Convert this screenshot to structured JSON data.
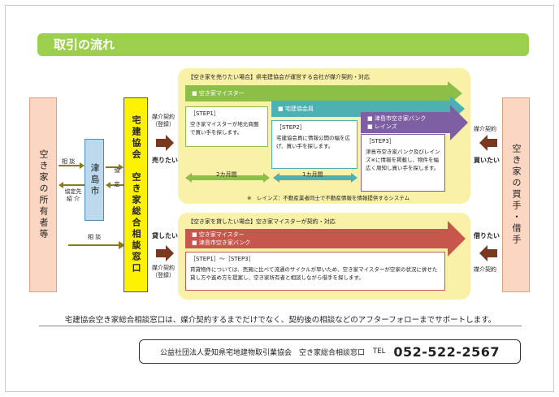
{
  "title": "取引の流れ",
  "owner": "空き家の所有者等",
  "city": "津島市",
  "center": "宅建協会　空き家総合相談窓口",
  "buyer": "空き家の買手・借手",
  "owner_to_city": "相 談",
  "city_to_owner": "協定先紹 介",
  "city_center": "協 定",
  "owner_to_center": "相 談",
  "colors": {
    "title": "#9ccf4e",
    "owner": "#fbd7c3",
    "city": "#bcd9ee",
    "center": "#fff200",
    "panel": "#f9f1a8",
    "bar_green": "#8dbf48",
    "bar_teal": "#4db0b3",
    "bar_purple": "#7e5fa3",
    "bar_red": "#c7574d",
    "arrow": "#7a3820",
    "arrow_olive": "#8a7a1a"
  },
  "sell": {
    "left_label": "媒介契約（登録）",
    "left_bold": "売りたい",
    "right_label": "媒介契約",
    "right_bold": "買いたい",
    "panel_title": "【空き家を売りたい場合】県宅建協会が運営する会社が媒介契約・対応",
    "bars": {
      "master": "■ 空き家マイスター",
      "kaiin": "■ 宅建協会員",
      "bank": "■ 津島市空き家バンク",
      "reins": "■ レインズ"
    },
    "steps": [
      {
        "title": "［STEP1］",
        "text": "空き家マイスターが地元商圏で買い手を探します。"
      },
      {
        "title": "［STEP2］",
        "text": "宅建協会員に情報公開の幅を広げ、買い手を探します。"
      },
      {
        "title": "［STEP3］",
        "text": "津島市空き家バンク及びレインズ※に情報を掲載し、物件を幅広く周知し買い手を探します。"
      }
    ],
    "period1": "2カ月間",
    "period2": "1カ月間",
    "note": "※　レインズ：不動産業者同士で不動産情報を情報提供するシステム"
  },
  "lend": {
    "left_bold": "貸したい",
    "left_label": "媒介契約（登録）",
    "right_bold": "借りたい",
    "right_label": "媒介契約",
    "panel_title": "【空き家を貸したい場合】空き家マイスターが契約・対応",
    "bar_line1": "■ 空き家マイスター",
    "bar_line2": "■ 津島市空き家バンク",
    "step_title": "［STEP1］～［STEP3］",
    "step_text": "賃貸物件については、売買に比べて流通のサイクルが早いため、空き家マイスターが空家の状況に併せた貸し方や進め方を提案し、空き家所有者と相談しながら借手を探します。"
  },
  "footer": "宅建協会空き家総合相談窓口は、媒介契約するまでだけでなく、契約後の相談などのアフターフォローまでサポートします。",
  "contact_org": "公益社団法人愛知県宅地建物取引業協会　空き家総合相談窓口",
  "contact_tel_label": "TEL",
  "contact_tel": "052-522-2567"
}
